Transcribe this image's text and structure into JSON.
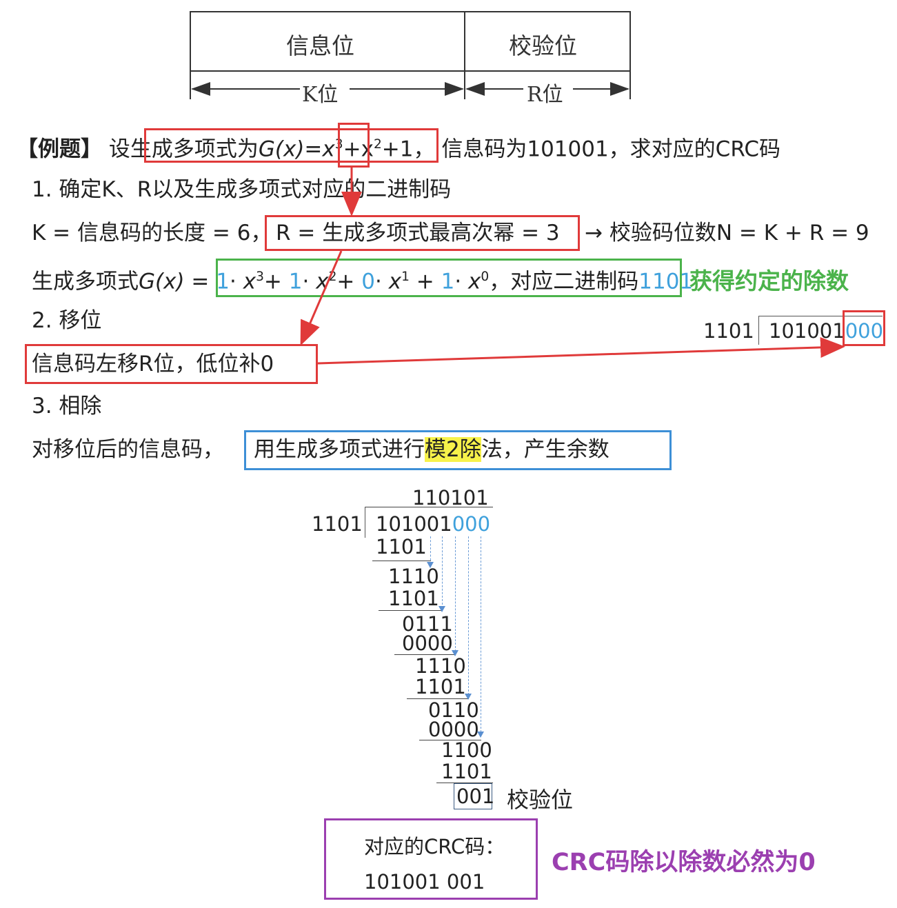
{
  "table": {
    "info_bits": "信息位",
    "check_bits": "校验位",
    "k_label": "K位",
    "r_label": "R位"
  },
  "example": {
    "tag": "【例题】",
    "lead": "设",
    "poly_part1": "生成多项式为",
    "poly_gx": "G(x)",
    "poly_eq": "=",
    "poly_x3": "x",
    "poly_x3_sup": "3",
    "poly_rest": "+x",
    "poly_x2_sup": "2",
    "poly_tail": "+1，",
    "info_text": "信息码为101001，求对应的CRC码"
  },
  "step1": {
    "heading": "1.   确定K、R以及生成多项式对应的二进制码",
    "k_text": "K = 信息码的长度 = 6，",
    "r_text": "R = 生成多项式最高次幂 = 3",
    "n_text": "→ 校验码位数N = K + R = 9",
    "gx_lead": "生成多项式",
    "gx_func": "G(x)",
    "gx_eq": " = ",
    "c1": "1",
    "c2": "1",
    "c3": "0",
    "c4": "1",
    "gx_tail": "，对应二进制码",
    "binary": "1101",
    "note": "获得约定的除数"
  },
  "step2": {
    "heading": "2. 移位",
    "box_text": "信息码左移R位，低位补0",
    "divisor": "1101",
    "dividend": "101001",
    "pad": "000"
  },
  "step3": {
    "heading": "3. 相除",
    "lead": "对移位后的信息码，",
    "box_pre": "用生成多项式进行",
    "box_hl": "模2除",
    "box_post": "法，产生余数"
  },
  "division": {
    "quotient": "110101",
    "divisor": "1101",
    "dividend": "101001",
    "pad": "000",
    "rows": [
      "1101",
      "1110",
      "1101",
      "0111",
      "0000",
      "1110",
      "1101",
      "0110",
      "0000",
      "1100",
      "1101"
    ],
    "remainder": "001",
    "remainder_label": "校验位"
  },
  "result": {
    "label": "对应的CRC码：",
    "code": "101001 001",
    "note": "CRC码除以除数必然为0"
  },
  "colors": {
    "red": "#e03a3a",
    "green": "#4bb34b",
    "blue": "#3d8fd6",
    "purple": "#9b3fb0",
    "highlight": "#f7f24a",
    "digit_blue": "#3fa1dc"
  }
}
